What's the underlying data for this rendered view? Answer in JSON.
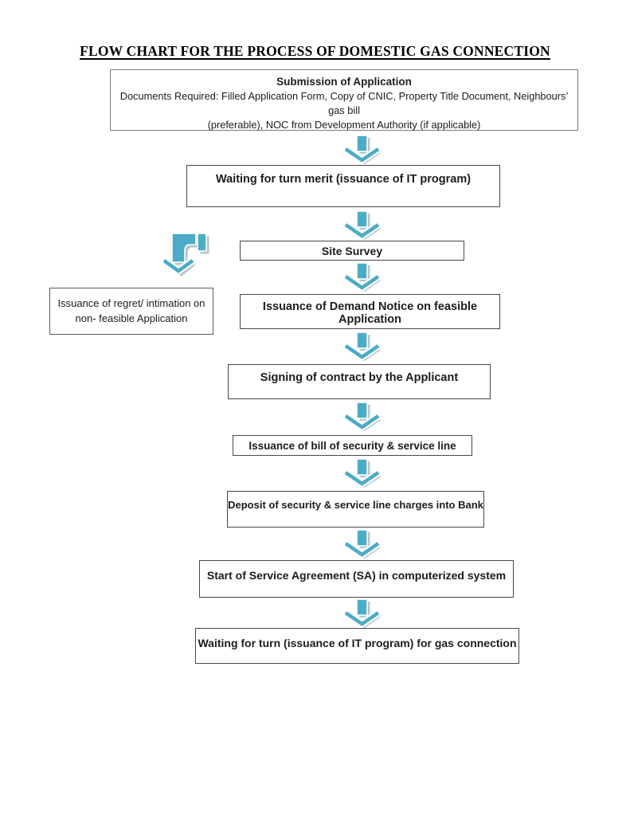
{
  "page": {
    "title": "FLOW CHART FOR THE PROCESS OF DOMESTIC GAS CONNECTION"
  },
  "flowchart": {
    "colors": {
      "arrow_accent": "#4bacc6",
      "arrow_shadow": "#b3c6cc",
      "box_border": "#474747",
      "background": "#ffffff"
    },
    "icons": {
      "down_arrow": "down-arrow-icon",
      "bent_arrow": "bent-arrow-left-down-icon"
    },
    "nodes": {
      "submission": {
        "title": "Submission of Application",
        "body": "Documents Required: Filled Application Form, Copy of CNIC, Property Title Document, Neighbours’ gas bill\n(preferable), NOC from Development Authority (if applicable)"
      },
      "waiting_merit": {
        "label": "Waiting for turn merit (issuance of IT program)"
      },
      "site_survey": {
        "label": "Site Survey"
      },
      "regret": {
        "label": "Issuance of regret/ intimation on\nnon- feasible Application"
      },
      "demand_notice": {
        "label": "Issuance of Demand Notice on feasible Application"
      },
      "signing": {
        "label": "Signing of contract by the Applicant"
      },
      "bill_security": {
        "label": "Issuance of bill of security & service line"
      },
      "deposit_bank": {
        "label": "Deposit of security & service line charges into Bank"
      },
      "service_agreement": {
        "label": "Start of Service Agreement (SA) in computerized system"
      },
      "waiting_connection": {
        "label": "Waiting for turn (issuance of IT program) for gas connection"
      }
    },
    "connectors": [
      {
        "type": "down-arrow",
        "from": "submission",
        "to": "waiting_merit"
      },
      {
        "type": "down-arrow",
        "from": "waiting_merit",
        "to": "site_survey"
      },
      {
        "type": "bent-arrow-left-down",
        "from": "site_survey",
        "to": "regret"
      },
      {
        "type": "down-arrow",
        "from": "site_survey",
        "to": "demand_notice"
      },
      {
        "type": "down-arrow",
        "from": "demand_notice",
        "to": "signing"
      },
      {
        "type": "down-arrow",
        "from": "signing",
        "to": "bill_security"
      },
      {
        "type": "down-arrow",
        "from": "bill_security",
        "to": "deposit_bank"
      },
      {
        "type": "down-arrow",
        "from": "deposit_bank",
        "to": "service_agreement"
      },
      {
        "type": "down-arrow",
        "from": "service_agreement",
        "to": "waiting_connection"
      }
    ]
  }
}
